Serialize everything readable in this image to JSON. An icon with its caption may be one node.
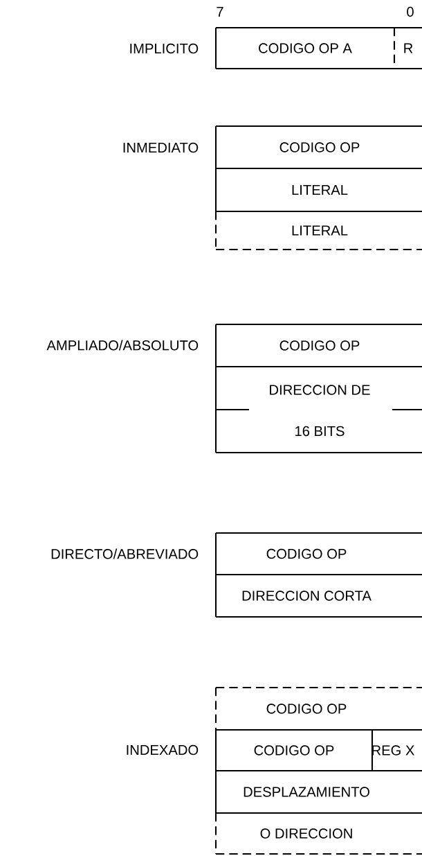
{
  "diagram": {
    "nodes": [
      {
        "text": [
          "CODIGO OP A"
        ]
      },
      {
        "text": [
          "R"
        ]
      },
      {
        "text": [
          "CODIGO OP"
        ]
      },
      {
        "text": [
          "LITERAL"
        ]
      },
      {
        "text": [
          "LITERAL"
        ]
      },
      {
        "text": [
          "CODIGO OP"
        ]
      },
      {
        "text": [
          "DIRECCION DE",
          "16 BITS"
        ]
      },
      {
        "text": [
          "CODIGO OP"
        ]
      },
      {
        "text": [
          "DIRECCION CORTA"
        ]
      },
      {
        "text": [
          "CODIGO OP"
        ]
      },
      {
        "text": [
          "CODIGO OP"
        ]
      },
      {
        "text": [
          "REG X"
        ]
      },
      {
        "text": [
          "DESPLAZAMIENTO"
        ]
      },
      {
        "text": [
          "O DIRECCION"
        ]
      }
    ],
    "labels": [
      "7",
      "0",
      "IMPLICITO",
      "INMEDIATO",
      "AMPLIADO/ABSOLUTO",
      "DIRECTO/ABREVIADO",
      "INDEXADO"
    ]
  }
}
